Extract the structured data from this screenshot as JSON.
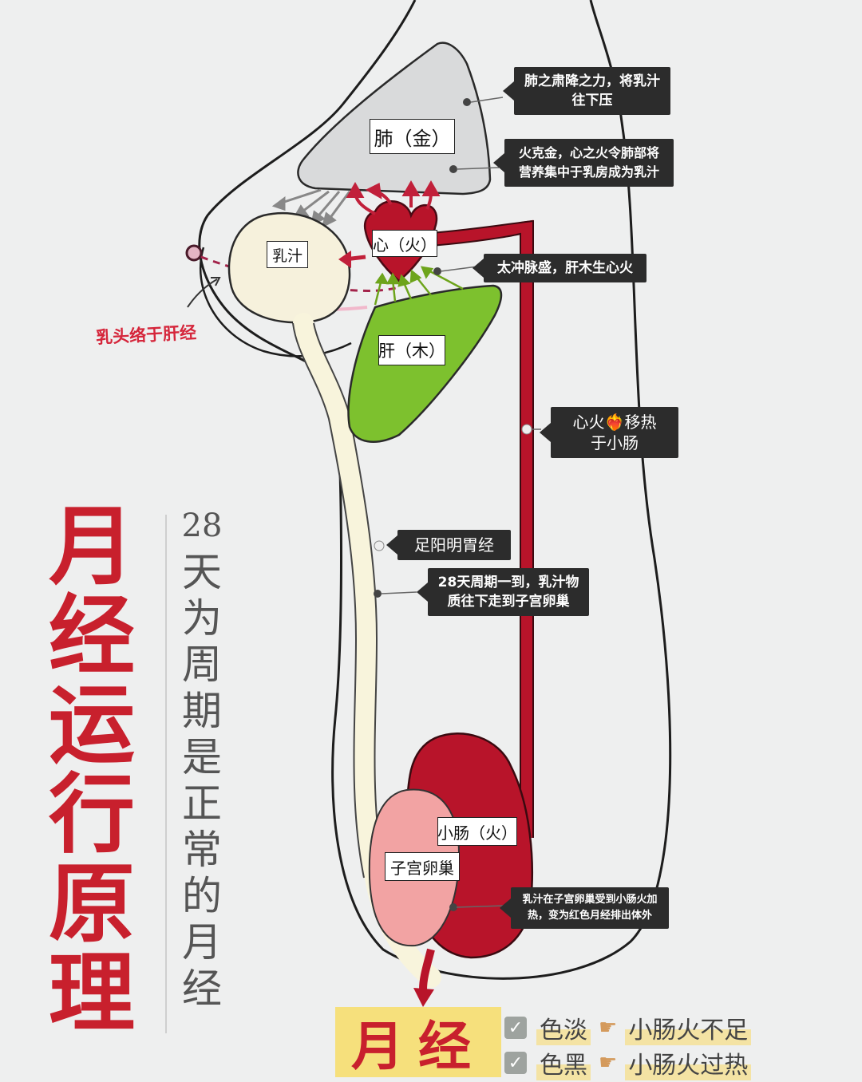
{
  "organs": {
    "lung": "肺（金）",
    "milk": "乳汁",
    "heart": "心（火）",
    "liver": "肝（木）",
    "small_intestine": "小肠（火）",
    "uterus_ovary": "子宫卵巢"
  },
  "callouts": {
    "lung_descend": [
      "肺之肃降之力，将乳汁",
      "往下压"
    ],
    "fire_metal": [
      "火克金，心之火令肺部将",
      "营养集中于乳房成为乳汁"
    ],
    "taichong": "太冲脉盛，肝木生心火",
    "heart_fire": [
      "心火❤️‍🔥移热",
      "于小肠"
    ],
    "stomach_meridian": "足阳明胃经",
    "cycle": [
      "28天周期一到，乳汁物",
      "质往下走到子宫卵巢"
    ],
    "heating": [
      "乳汁在子宫卵巢受到小肠火加",
      "热，变为红色月经排出体外"
    ]
  },
  "nipple_note": "乳头络于肝经",
  "title_chars": [
    "月",
    "经",
    "运",
    "行",
    "原",
    "理"
  ],
  "subtitle_chars": [
    "28",
    "天",
    "为",
    "周",
    "期",
    "是",
    "正",
    "常",
    "的",
    "月",
    "经"
  ],
  "bottom_label": "月经",
  "notes": [
    {
      "left": "色淡",
      "right": "小肠火不足"
    },
    {
      "left": "色黑",
      "right": "小肠火过热"
    }
  ],
  "colors": {
    "lung": "#d9dadb",
    "liver": "#7dc12e",
    "red": "#b8142a",
    "milk": "#f6f1dc",
    "uterus": "#f2a3a3",
    "title": "#c8202d"
  },
  "icons": {
    "check": "checkbox-icon",
    "hand": "pointing-hand-icon"
  }
}
